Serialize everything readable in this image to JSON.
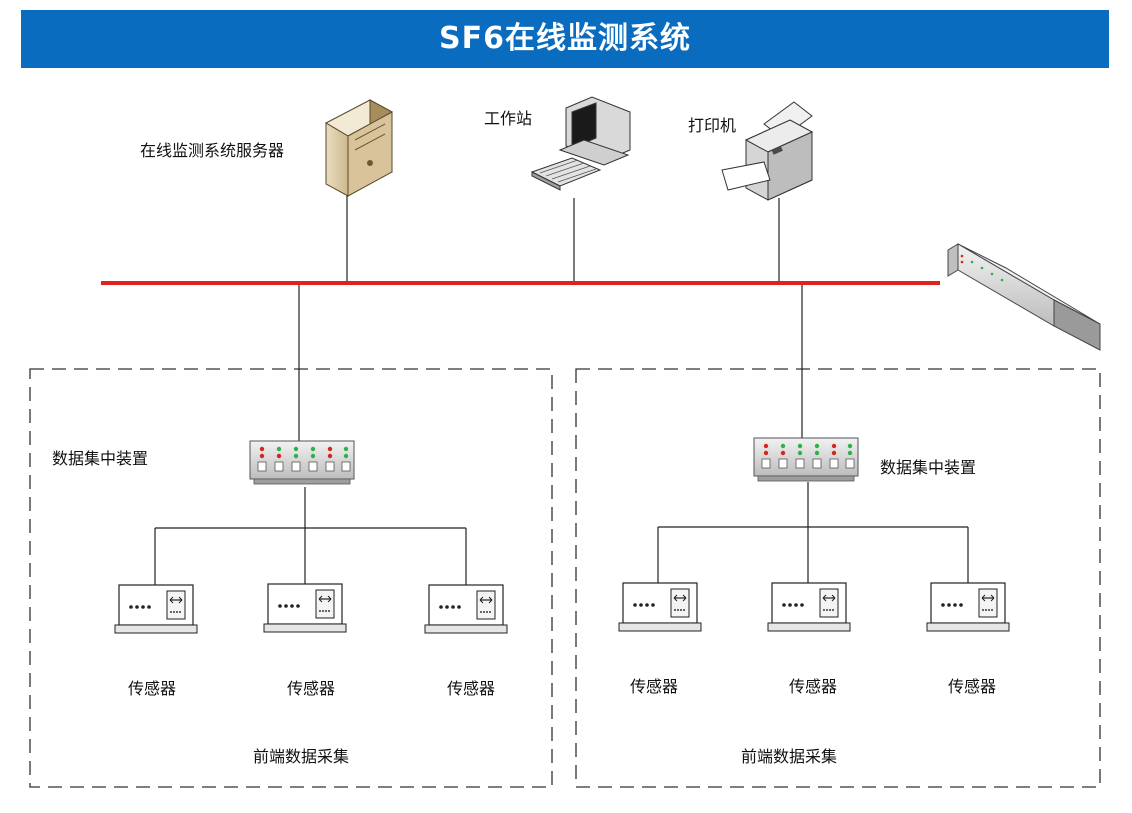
{
  "title": "SF6在线监测系统",
  "colors": {
    "title_bg": "#0a6cbf",
    "bus": "#e0211d",
    "line": "#222222"
  },
  "nodes": {
    "server": "在线监测系统服务器",
    "workstation": "工作站",
    "printer": "打印机"
  },
  "groups": [
    {
      "concentrator": "数据集中装置",
      "sensors": [
        "传感器",
        "传感器",
        "传感器"
      ],
      "footer": "前端数据采集"
    },
    {
      "concentrator": "数据集中装置",
      "sensors": [
        "传感器",
        "传感器",
        "传感器"
      ],
      "footer": "前端数据采集"
    }
  ]
}
